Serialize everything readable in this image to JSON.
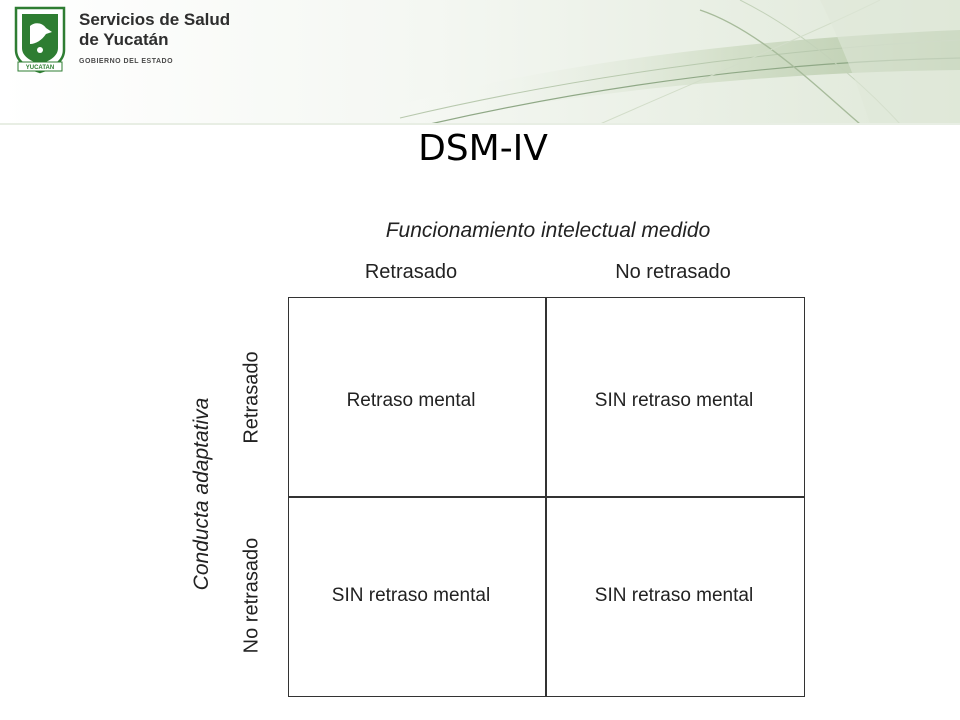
{
  "header": {
    "brand_line1": "Servicios de Salud",
    "brand_line2": "de Yucatán",
    "brand_line3": "GOBIERNO DEL ESTADO",
    "logo_text": "YUCATAN",
    "accent_color": "#2e7d32"
  },
  "slide": {
    "title": "DSM-IV"
  },
  "diagram": {
    "top_caption": "Funcionamiento intelectual medido",
    "col_headers": [
      "Retrasado",
      "No retrasado"
    ],
    "side_caption": "Conducta adaptativa",
    "row_headers": [
      "Retrasado",
      "No retrasado"
    ],
    "cells": [
      [
        "Retraso mental",
        "SIN retraso mental"
      ],
      [
        "SIN retraso mental",
        "SIN retraso mental"
      ]
    ]
  }
}
